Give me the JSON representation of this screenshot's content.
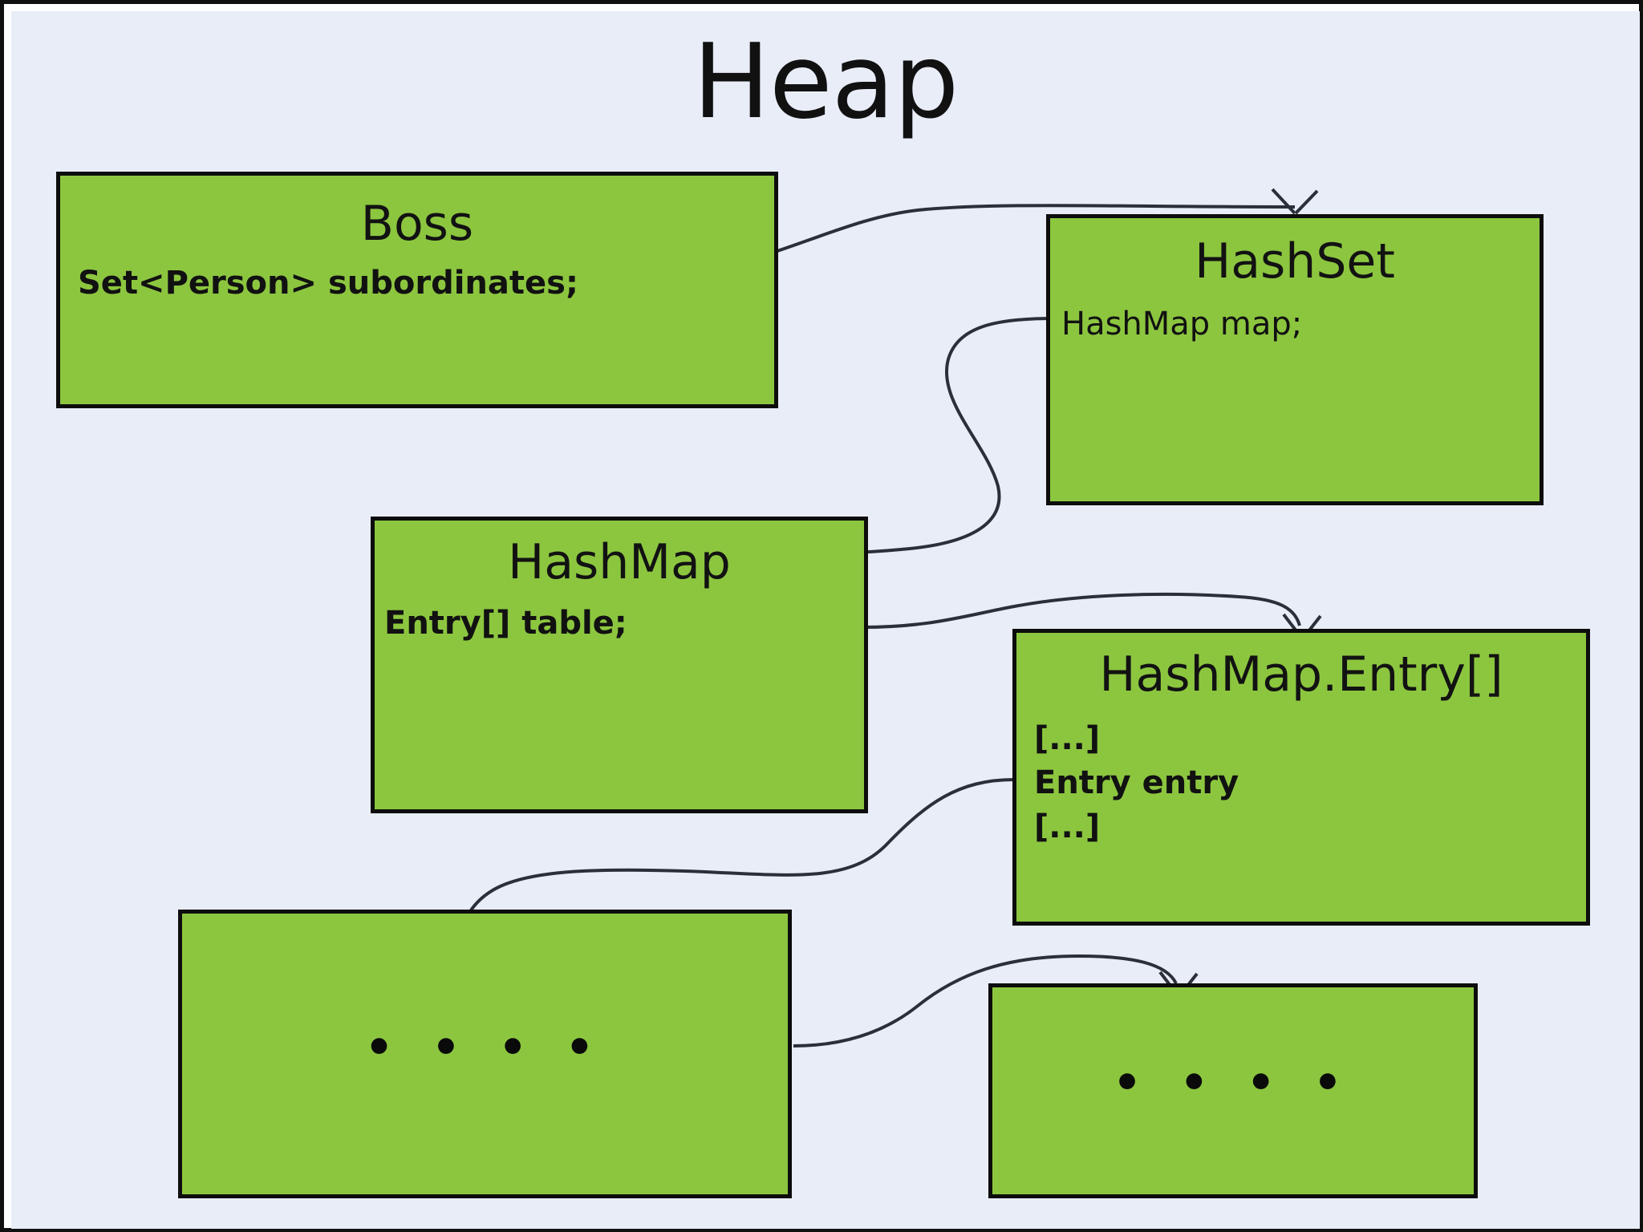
{
  "diagram": {
    "title": "Heap",
    "background_color": "#e8edf8",
    "node_fill_color": "#8cc63f",
    "node_border_color": "#0d0d0d",
    "connector_color": "#2b2f3a",
    "nodes": [
      {
        "id": "boss",
        "title": "Boss",
        "fields": [
          "Set<Person> subordinates;"
        ]
      },
      {
        "id": "hashset",
        "title": "HashSet",
        "fields": [
          "HashMap map;"
        ]
      },
      {
        "id": "hashmap",
        "title": "HashMap",
        "fields": [
          "Entry[] table;"
        ]
      },
      {
        "id": "entry-array",
        "title": "HashMap.Entry[]",
        "fields": [
          "[...]",
          "Entry entry",
          "[...]"
        ]
      },
      {
        "id": "ellipsis-left",
        "title": "",
        "fields": [],
        "dots": "• • • •"
      },
      {
        "id": "ellipsis-right",
        "title": "",
        "fields": [],
        "dots": "• • • •"
      }
    ],
    "connectors": [
      {
        "id": "boss-to-hashset",
        "from": "boss",
        "to": "hashset"
      },
      {
        "id": "hashset-to-hashmap",
        "from": "hashset",
        "to": "hashmap"
      },
      {
        "id": "hashmap-to-entryarray",
        "from": "hashmap",
        "to": "entry-array"
      },
      {
        "id": "entryarray-to-left",
        "from": "entry-array",
        "to": "ellipsis-left"
      },
      {
        "id": "left-to-right",
        "from": "ellipsis-left",
        "to": "ellipsis-right"
      }
    ]
  }
}
